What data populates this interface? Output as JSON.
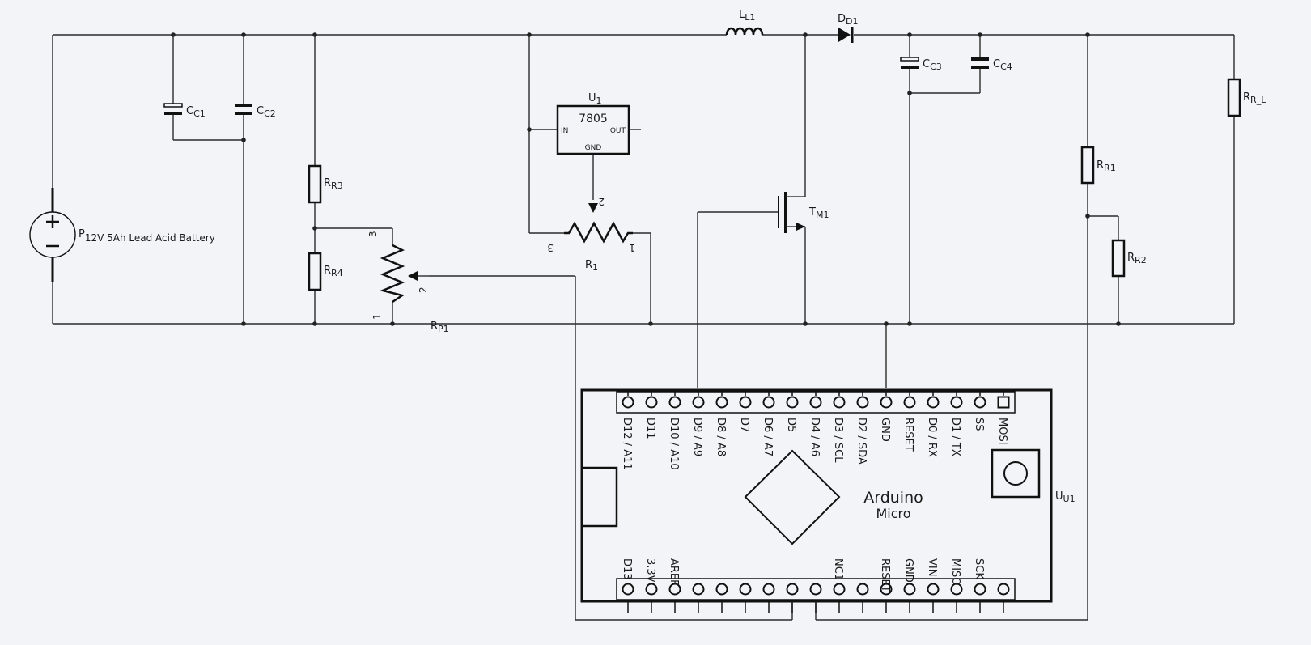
{
  "components": {
    "battery": {
      "ref": "P",
      "sub": "12V 5Ah Lead Acid Battery"
    },
    "c1": {
      "ref": "C",
      "sub": "C1"
    },
    "c2": {
      "ref": "C",
      "sub": "C2"
    },
    "c3": {
      "ref": "C",
      "sub": "C3"
    },
    "c4": {
      "ref": "C",
      "sub": "C4"
    },
    "r3": {
      "ref": "R",
      "sub": "R3"
    },
    "r4": {
      "ref": "R",
      "sub": "R4"
    },
    "r1": {
      "ref": "R",
      "sub": "R1"
    },
    "r2": {
      "ref": "R",
      "sub": "R2"
    },
    "rl": {
      "ref": "R",
      "sub": "R_L"
    },
    "pot": {
      "ref": "R",
      "sub": "P1",
      "pins": [
        "3",
        "2",
        "1"
      ]
    },
    "trimmer": {
      "ref": "R",
      "sub": "1",
      "pins": [
        "3",
        "2",
        "1"
      ]
    },
    "regulator": {
      "ref": "U",
      "sub": "1",
      "part": "7805",
      "pin_in": "IN",
      "pin_out": "OUT",
      "pin_gnd": "GND"
    },
    "inductor": {
      "ref": "L",
      "sub": "L1"
    },
    "diode": {
      "ref": "D",
      "sub": "D1"
    },
    "mosfet": {
      "ref": "T",
      "sub": "M1"
    },
    "arduino": {
      "ref": "U",
      "sub": "U1",
      "title": "Arduino",
      "subtitle": "Micro",
      "top_pins": [
        "D12 / A11",
        "D11",
        "D10 / A10",
        "D9 / A9",
        "D8 / A8",
        "D7",
        "D6 / A7",
        "D5",
        "D4 / A6",
        "D3 / SCL",
        "D2 / SDA",
        "GND",
        "RESET",
        "D0 / RX",
        "D1 / TX",
        "SS",
        "MOSI"
      ],
      "bottom_pins": [
        "D13",
        "3.3V",
        "AREF",
        "",
        "",
        "",
        "",
        "",
        "",
        "NC1",
        "",
        "RESET",
        "GND",
        "VIN",
        "MISO",
        "SCK",
        ""
      ]
    }
  }
}
